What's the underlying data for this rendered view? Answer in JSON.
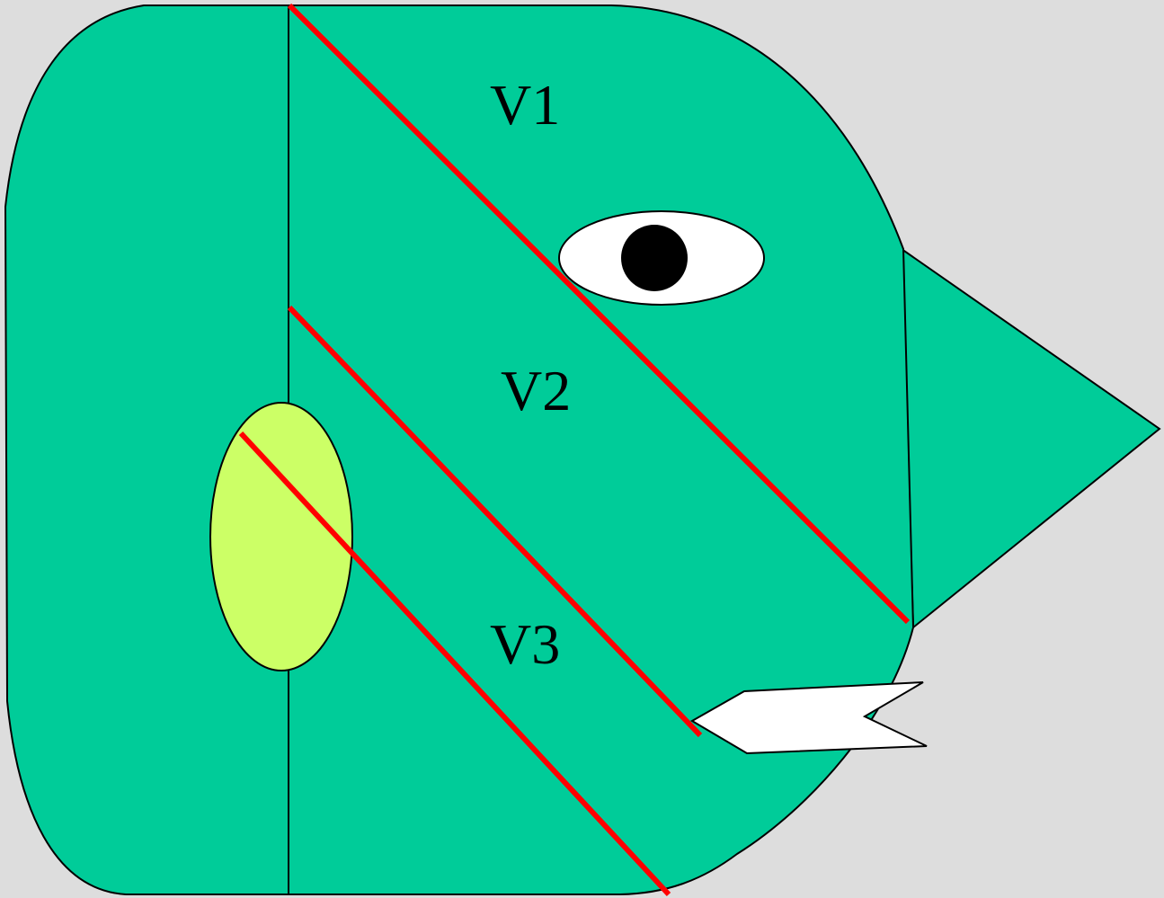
{
  "colors": {
    "background": "#dddddd",
    "head_fill": "#00cc99",
    "outline": "#000000",
    "division_lines": "#ff0000",
    "ear_fill": "#ccff66",
    "eye_white": "#ffffff",
    "pupil": "#000000",
    "mouth_fill": "#ffffff"
  },
  "labels": {
    "v1": "V1",
    "v2": "V2",
    "v3": "V3"
  }
}
